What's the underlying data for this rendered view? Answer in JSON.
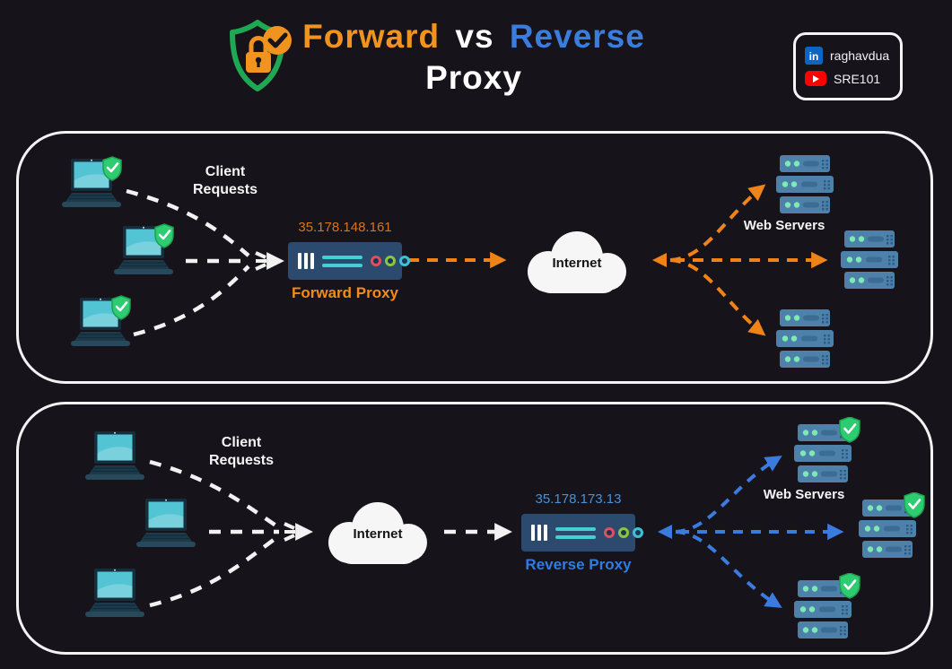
{
  "header": {
    "title_forward": "Forward",
    "title_vs": "vs",
    "title_reverse": "Reverse",
    "title_line2": "Proxy",
    "social": {
      "linkedin_icon_text": "in",
      "linkedin_handle": "raghavdua",
      "youtube_handle": "SRE101"
    }
  },
  "forward_section": {
    "clients_label": "Client Requests",
    "proxy_ip": "35.178.148.161",
    "proxy_label": "Forward Proxy",
    "internet_label": "Internet",
    "servers_label": "Web Servers"
  },
  "reverse_section": {
    "clients_label": "Client Requests",
    "proxy_ip": "35.178.173.13",
    "proxy_label": "Reverse Proxy",
    "internet_label": "Internet",
    "servers_label": "Web Servers"
  },
  "colors": {
    "background": "#16141a",
    "panel_border": "#f3f3f3",
    "orange_accent": "#ef8c1e",
    "blue_accent": "#3b7ddd",
    "green_badge": "#2ecc71",
    "linkedin_blue": "#0a66c2",
    "youtube_red": "#ff0000",
    "proxy_box": "#2b4a6e",
    "server_body": "#4d81a9",
    "laptop_screen": "#53c4d3",
    "cloud": "#f6f6f6"
  }
}
